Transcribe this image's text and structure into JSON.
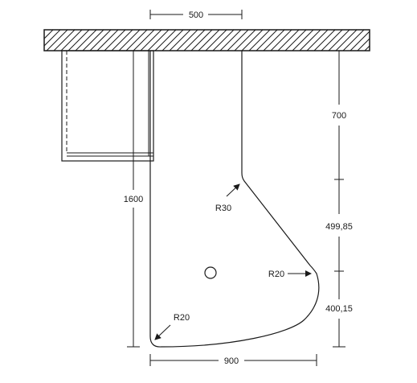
{
  "dimensions": {
    "top_width": "500",
    "right_top": "700",
    "right_mid": "499,85",
    "right_bottom": "400,15",
    "left_height": "1600",
    "bottom_width": "900"
  },
  "radii": {
    "upper_corner": "R30",
    "right_corner": "R20",
    "bottom_corner": "R20"
  }
}
